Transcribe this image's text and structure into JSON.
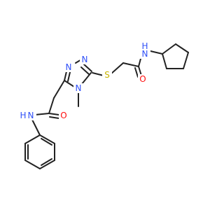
{
  "colors": {
    "bond": "#222222",
    "nitrogen": "#3050F8",
    "oxygen": "#FF0D0D",
    "sulfur": "#C8B400",
    "background": "#FFFFFF"
  },
  "atoms": {
    "n_triazole_left": {
      "text": "N",
      "element": "nitrogen"
    },
    "n_triazole_right": {
      "text": "N",
      "element": "nitrogen"
    },
    "n_triazole_methyl": {
      "text": "N",
      "element": "nitrogen"
    },
    "s_thioether": {
      "text": "S",
      "element": "sulfur"
    },
    "o_amide_right": {
      "text": "O",
      "element": "oxygen"
    },
    "nh_amide_right": {
      "text": "N",
      "h": "H",
      "element": "nitrogen"
    },
    "o_amide_left": {
      "text": "O",
      "element": "oxygen"
    },
    "nh_amide_left": {
      "text": "N",
      "h": "H",
      "element": "nitrogen"
    }
  }
}
